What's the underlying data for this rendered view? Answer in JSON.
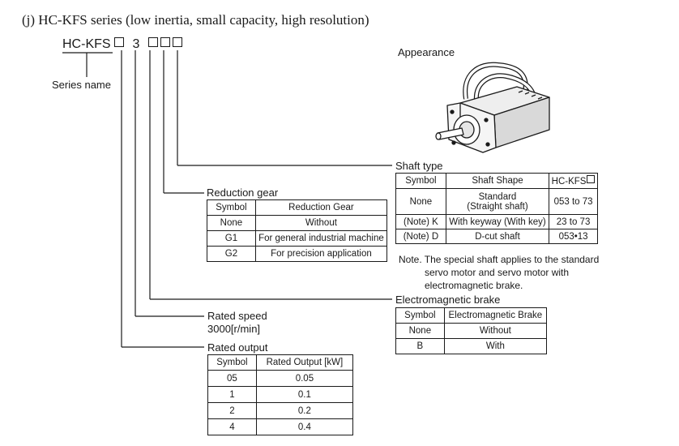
{
  "title": "(j) HC-KFS series (low inertia, small capacity, high resolution)",
  "model": {
    "prefix": "HC-KFS",
    "digit": "3"
  },
  "series_name": "Series name",
  "appearance": "Appearance",
  "shaft_type": {
    "title": "Shaft type",
    "headers": [
      "Symbol",
      "Shaft Shape",
      "HC-KFS"
    ],
    "rows": [
      [
        "None",
        "Standard",
        "(Straight shaft)",
        "053 to 73"
      ],
      [
        "(Note) K",
        "With keyway (With key)",
        "23 to 73"
      ],
      [
        "(Note) D",
        "D-cut shaft",
        "053•13"
      ]
    ],
    "note": [
      "Note. The special shaft applies to the standard",
      "servo motor and servo motor with",
      "electromagnetic brake."
    ]
  },
  "reduction_gear": {
    "title": "Reduction gear",
    "headers": [
      "Symbol",
      "Reduction Gear"
    ],
    "rows": [
      [
        "None",
        "Without"
      ],
      [
        "G1",
        "For general industrial machine"
      ],
      [
        "G2",
        "For precision application"
      ]
    ]
  },
  "electromagnetic_brake": {
    "title": "Electromagnetic brake",
    "headers": [
      "Symbol",
      "Electromagnetic Brake"
    ],
    "rows": [
      [
        "None",
        "Without"
      ],
      [
        "B",
        "With"
      ]
    ]
  },
  "rated_speed": {
    "title": "Rated speed",
    "value": "3000[r/min]"
  },
  "rated_output": {
    "title": "Rated output",
    "headers": [
      "Symbol",
      "Rated Output [kW]"
    ],
    "rows": [
      [
        "05",
        "0.05"
      ],
      [
        "1",
        "0.1"
      ],
      [
        "2",
        "0.2"
      ],
      [
        "4",
        "0.4"
      ]
    ]
  }
}
